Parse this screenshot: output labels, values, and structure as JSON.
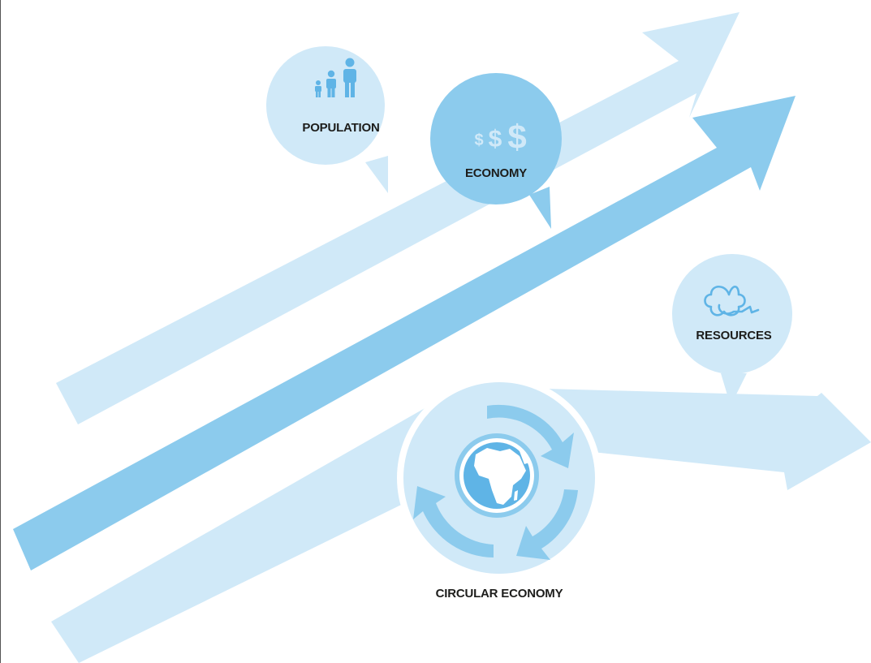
{
  "colors": {
    "light_blue": "#d0e9f8",
    "mid_blue": "#8ccbed",
    "icon_blue": "#5fb4e6",
    "text": "#1d1d1b"
  },
  "labels": {
    "population": "POPULATION",
    "economy": "ECONOMY",
    "resources": "RESOURCES",
    "circular_economy": "CIRCULAR ECONOMY"
  },
  "icons": {
    "population": "people-family-icon",
    "economy": "dollar-signs-icon",
    "resources": "cotton-plant-icon",
    "circular_economy": "globe-cycle-arrows-icon"
  },
  "economy_symbols": [
    "$",
    "$",
    "$"
  ]
}
